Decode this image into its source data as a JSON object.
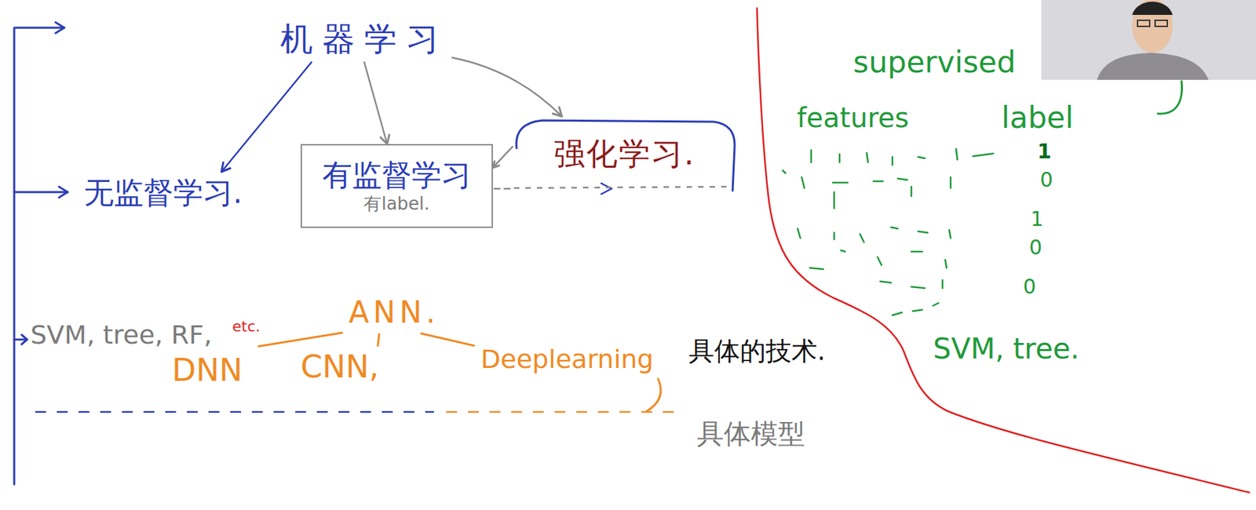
{
  "diagram": {
    "nodes": [
      {
        "text": [
          "机器学习"
        ]
      },
      {
        "text": [
          "无监督学习."
        ]
      },
      {
        "text": [
          "有监督学习",
          "有label."
        ]
      },
      {
        "text": [
          "强化学习."
        ]
      }
    ],
    "edges": [
      {
        "from": 0,
        "to": 1,
        "arrow": "to"
      },
      {
        "from": 0,
        "to": 2,
        "arrow": "to"
      },
      {
        "from": 0,
        "to": 3,
        "arrow": "to"
      },
      {
        "from": 3,
        "to": 2,
        "arrow": "to"
      }
    ],
    "labels": [
      "SVM, tree, RF,",
      "etc.",
      "ANN.",
      "DNN",
      "CNN,",
      "Deeplearning",
      "具体的技术.",
      "具体模型",
      "supervised",
      "features",
      "label",
      "1",
      "0",
      "1",
      "0",
      "0",
      "SVM, tree."
    ]
  }
}
